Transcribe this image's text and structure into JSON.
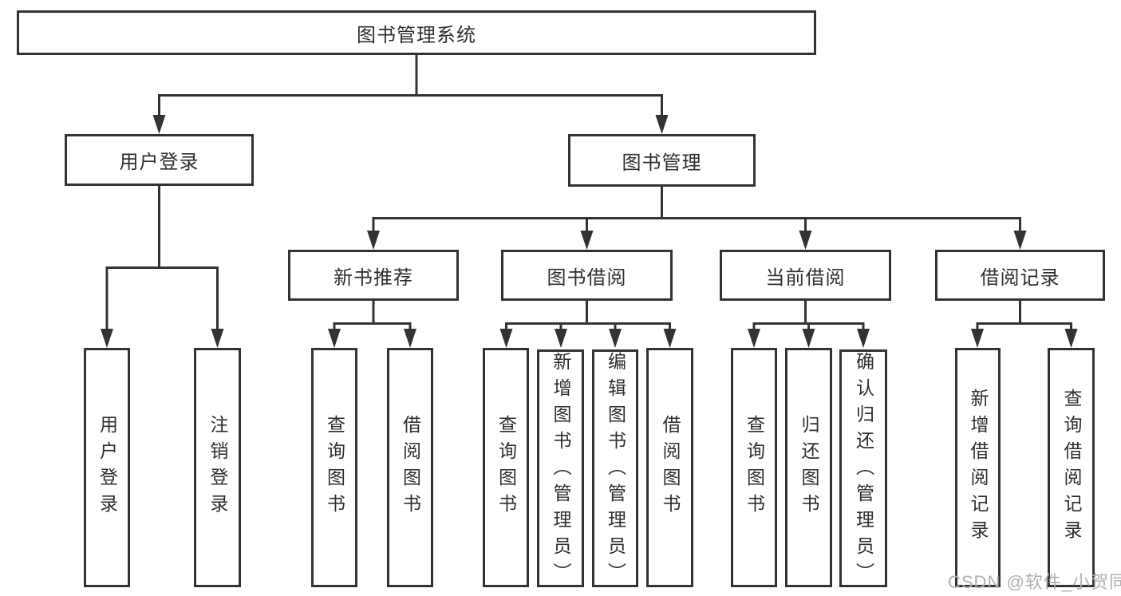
{
  "tree": {
    "root": {
      "label": "图书管理系统"
    },
    "children": [
      {
        "label": "用户登录",
        "children": [
          {
            "label": "用户登录"
          },
          {
            "label": "注销登录"
          }
        ]
      },
      {
        "label": "图书管理",
        "children": [
          {
            "label": "新书推荐",
            "children": [
              {
                "label": "查询图书"
              },
              {
                "label": "借阅图书"
              }
            ]
          },
          {
            "label": "图书借阅",
            "children": [
              {
                "label": "查询图书"
              },
              {
                "label": "新增图书（管理员）"
              },
              {
                "label": "编辑图书（管理员）"
              },
              {
                "label": "借阅图书"
              }
            ]
          },
          {
            "label": "当前借阅",
            "children": [
              {
                "label": "查询图书"
              },
              {
                "label": "归还图书"
              },
              {
                "label": "确认归还（管理员）"
              }
            ]
          },
          {
            "label": "借阅记录",
            "children": [
              {
                "label": "新增借阅记录"
              },
              {
                "label": "查询借阅记录"
              }
            ]
          }
        ]
      }
    ]
  },
  "watermark": {
    "text": "CSDN @软件_小贺同学"
  },
  "colors": {
    "line": "#333333",
    "text": "#2e2e2e",
    "background": "#ffffff",
    "watermark": "#b0b0b0"
  }
}
